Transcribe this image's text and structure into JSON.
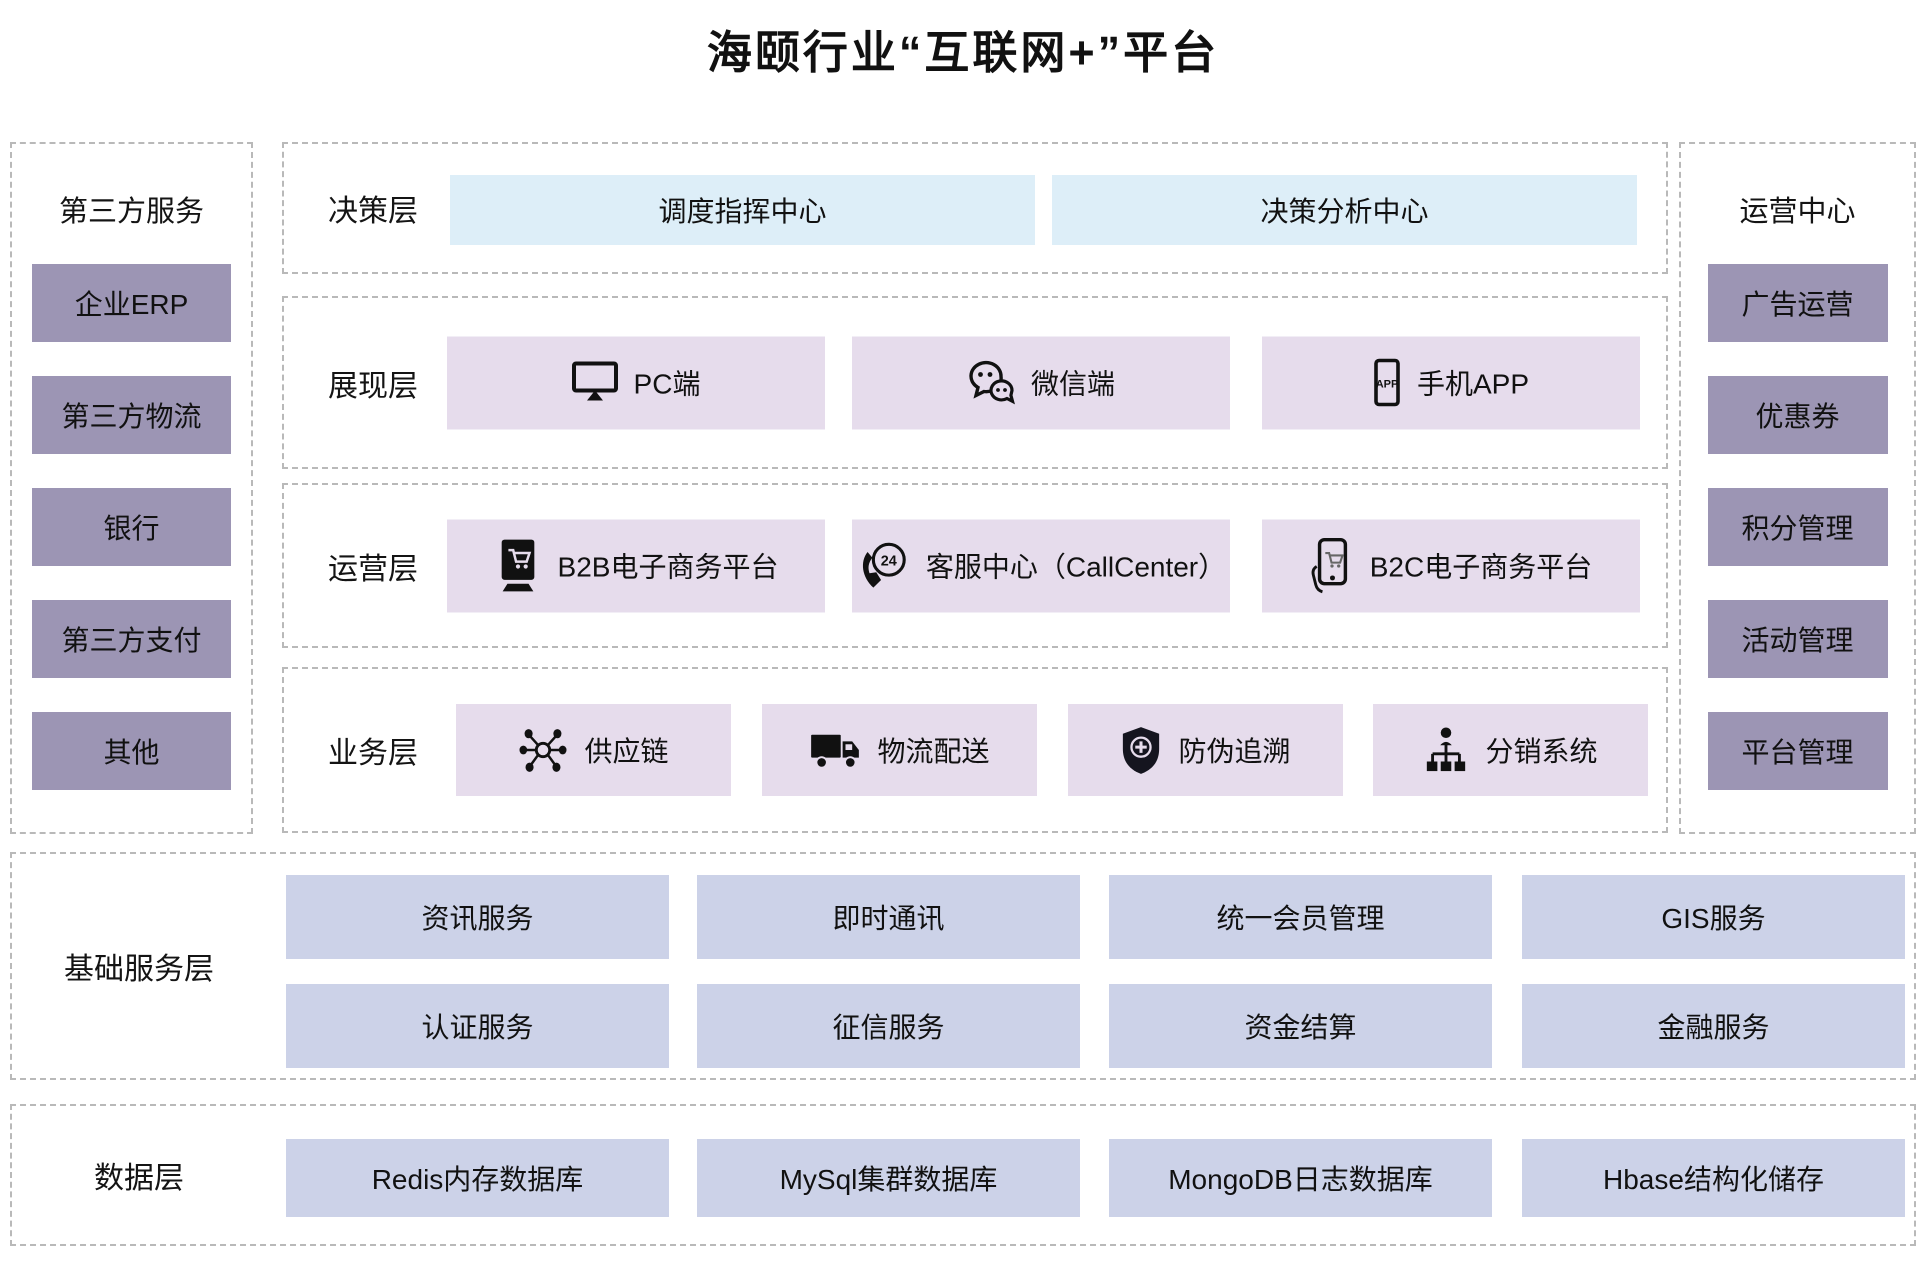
{
  "title": "海颐行业“互联网+”平台",
  "colors": {
    "side_box": "#9c95b4",
    "decision_box": "#ddeef8",
    "app_box": "#e6dcec",
    "service_box": "#ccd2e8",
    "dashed_border": "#b9b9b9",
    "text": "#141414"
  },
  "left_panel": {
    "title": "第三方服务",
    "items": [
      "企业ERP",
      "第三方物流",
      "银行",
      "第三方支付",
      "其他"
    ]
  },
  "right_panel": {
    "title": "运营中心",
    "items": [
      "广告运营",
      "优惠券",
      "积分管理",
      "活动管理",
      "平台管理"
    ]
  },
  "layers": {
    "decision": {
      "label": "决策层",
      "items": [
        {
          "label": "调度指挥中心"
        },
        {
          "label": "决策分析中心"
        }
      ]
    },
    "presentation": {
      "label": "展现层",
      "items": [
        {
          "label": "PC端",
          "icon": "monitor-icon"
        },
        {
          "label": "微信端",
          "icon": "wechat-icon"
        },
        {
          "label": "手机APP",
          "icon": "mobile-app-icon"
        }
      ]
    },
    "operation": {
      "label": "运营层",
      "items": [
        {
          "label": "B2B电子商务平台",
          "icon": "b2b-kiosk-cart-icon"
        },
        {
          "label": "客服中心（CallCenter）",
          "icon": "callcenter-24-phone-icon"
        },
        {
          "label": "B2C电子商务平台",
          "icon": "b2c-hand-phone-cart-icon"
        }
      ]
    },
    "business": {
      "label": "业务层",
      "items": [
        {
          "label": "供应链",
          "icon": "supply-chain-network-icon"
        },
        {
          "label": "物流配送",
          "icon": "logistics-truck-icon"
        },
        {
          "label": "防伪追溯",
          "icon": "anti-fake-shield-icon"
        },
        {
          "label": "分销系统",
          "icon": "distribution-tree-icon"
        }
      ]
    }
  },
  "base_service_layer": {
    "label": "基础服务层",
    "rows": [
      [
        "资讯服务",
        "即时通讯",
        "统一会员管理",
        "GIS服务"
      ],
      [
        "认证服务",
        "征信服务",
        "资金结算",
        "金融服务"
      ]
    ]
  },
  "data_layer": {
    "label": "数据层",
    "items": [
      "Redis内存数据库",
      "MySql集群数据库",
      "MongoDB日志数据库",
      "Hbase结构化储存"
    ]
  }
}
